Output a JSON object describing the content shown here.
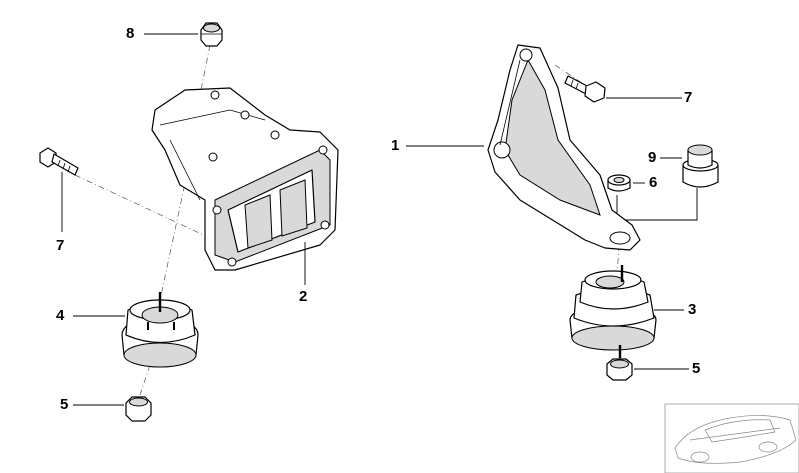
{
  "callouts": [
    {
      "id": "c8",
      "text": "8"
    },
    {
      "id": "c7a",
      "text": "7"
    },
    {
      "id": "c2",
      "text": "2"
    },
    {
      "id": "c4",
      "text": "4"
    },
    {
      "id": "c5a",
      "text": "5"
    },
    {
      "id": "c1",
      "text": "1"
    },
    {
      "id": "c7b",
      "text": "7"
    },
    {
      "id": "c9",
      "text": "9"
    },
    {
      "id": "c6",
      "text": "6"
    },
    {
      "id": "c3",
      "text": "3"
    },
    {
      "id": "c5b",
      "text": "5"
    }
  ]
}
